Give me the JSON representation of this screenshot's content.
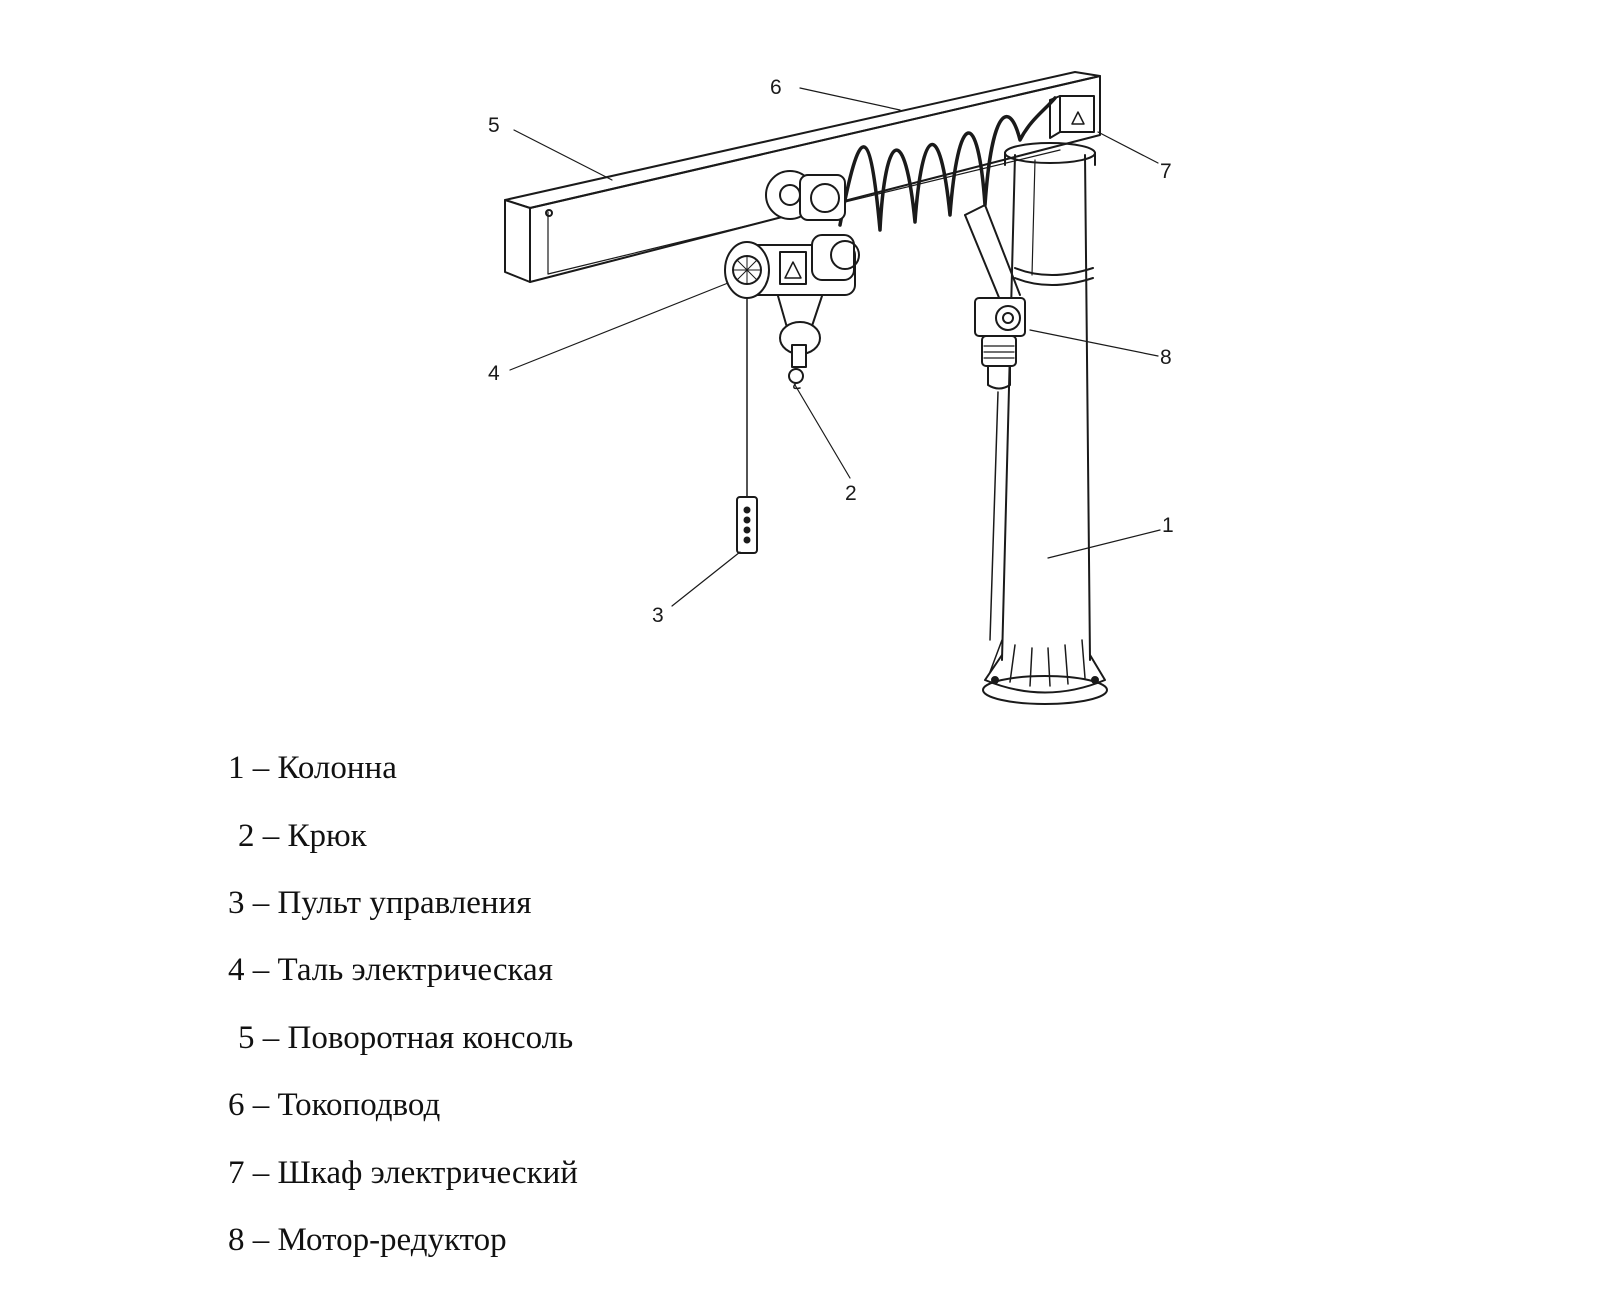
{
  "diagram": {
    "callouts": [
      "1",
      "2",
      "3",
      "4",
      "5",
      "6",
      "7",
      "8"
    ]
  },
  "legend": {
    "items": [
      {
        "num": "1",
        "sep": " – ",
        "text": "Колонна"
      },
      {
        "num": "2",
        "sep": " – ",
        "text": "Крюк"
      },
      {
        "num": "3",
        "sep": " – ",
        "text": "Пульт управления"
      },
      {
        "num": "4",
        "sep": " – ",
        "text": "Таль электрическая"
      },
      {
        "num": "5",
        "sep": " – ",
        "text": "Поворотная консоль"
      },
      {
        "num": "6",
        "sep": " – ",
        "text": "Токоподвод"
      },
      {
        "num": "7",
        "sep": " – ",
        "text": "Шкаф электрический"
      },
      {
        "num": "8",
        "sep": " – ",
        "text": "Мотор-редуктор"
      }
    ]
  }
}
